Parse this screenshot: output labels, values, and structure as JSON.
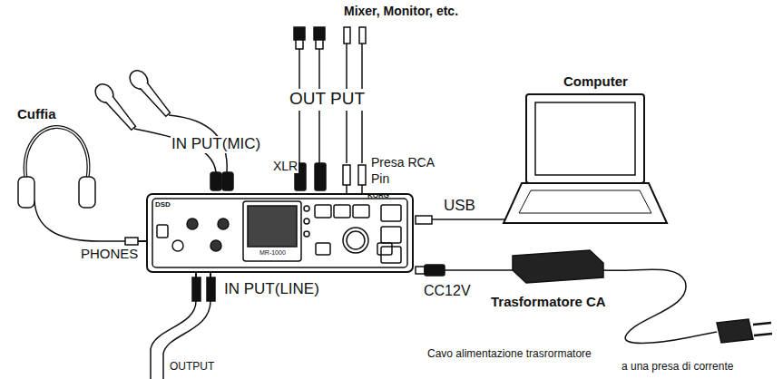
{
  "diagram": {
    "labels": [
      "Mixer, Monitor, etc.",
      "Cuffia",
      "IN PUT(MIC)",
      "OUT PUT",
      "XLR",
      "Presa RCA",
      "Pin",
      "Computer",
      "USB",
      "PHONES",
      "CC12V",
      "Trasformatore CA",
      "IN PUT(LINE)",
      "Cavo alimentazione trasrormatore",
      "a una presa di corrente",
      "OUTPUT",
      "DSD",
      "KORG",
      "MR-1000"
    ]
  }
}
